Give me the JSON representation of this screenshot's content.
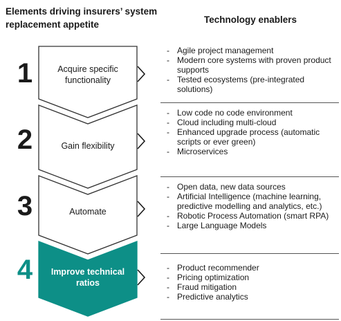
{
  "left_header": "Elements driving insurers’ system replacement appetite",
  "right_header": "Technology enablers",
  "colors": {
    "accent": "#0d8f87",
    "text": "#1a1a1a",
    "outline": "#333333"
  },
  "elements": [
    {
      "number": "1",
      "label": "Acquire specific functionality",
      "enablers": [
        "Agile project management",
        "Modern core systems with proven product supports",
        "Tested ecosystems (pre-integrated solutions)"
      ]
    },
    {
      "number": "2",
      "label": "Gain flexibility",
      "enablers": [
        "Low code no code environment",
        "Cloud including multi-cloud",
        "Enhanced upgrade process (automatic scripts or ever green)",
        "Microservices"
      ]
    },
    {
      "number": "3",
      "label": "Automate",
      "enablers": [
        "Open data, new data sources",
        "Artificial Intelligence (machine learning, predictive modelling and analytics, etc.)",
        "Robotic Process Automation (smart RPA)",
        "Large Language Models"
      ]
    },
    {
      "number": "4",
      "label": "Improve technical ratios",
      "enablers": [
        "Product recommender",
        "Pricing optimization",
        "Fraud mitigation",
        "Predictive analytics"
      ]
    }
  ]
}
